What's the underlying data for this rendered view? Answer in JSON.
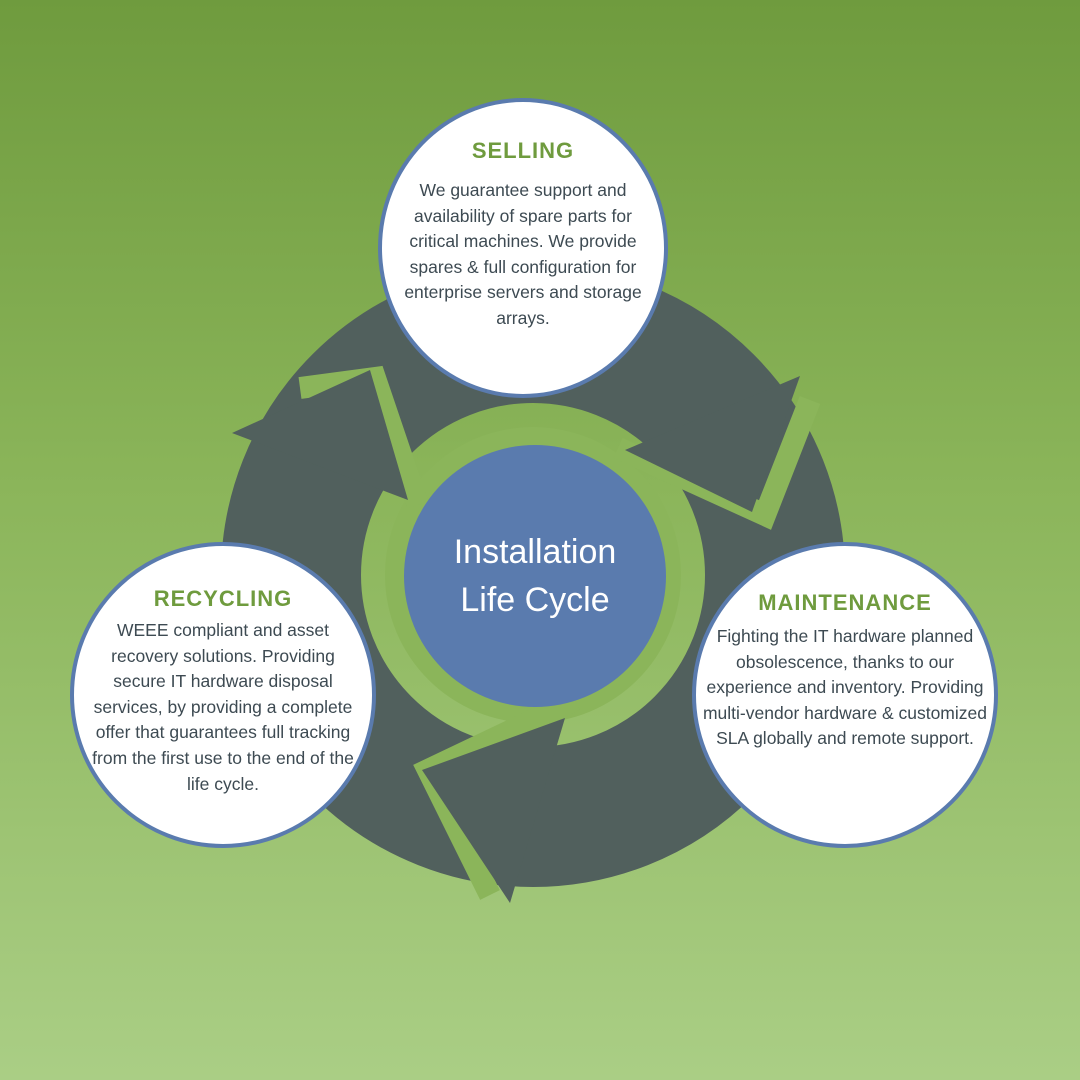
{
  "colors": {
    "background_top": "#6f9b3e",
    "background_bottom": "#aace85",
    "cycle_arrows": "#51605d",
    "inner_ring": "#8bb55a",
    "center_fill": "#5a7bae",
    "bubble_border": "#5a7bae",
    "bubble_title": "#6f9b3e",
    "bubble_text": "#3d4a52"
  },
  "center": {
    "title": "Installation Life Cycle"
  },
  "stages": {
    "selling": {
      "title": "SELLING",
      "description": "We guarantee support and availability of spare parts for critical machines. We provide spares & full configuration for enterprise servers and storage arrays."
    },
    "recycling": {
      "title": "RECYCLING",
      "description": "WEEE compliant and asset recovery solutions. Providing secure IT hardware disposal services, by providing a complete offer that guarantees full tracking from the first use to the end of the life cycle."
    },
    "maintenance": {
      "title": "MAINTENANCE",
      "description": "Fighting the IT hardware planned obsolescence, thanks to our experience and inventory. Providing multi-vendor hardware & customized SLA globally and remote support."
    }
  }
}
